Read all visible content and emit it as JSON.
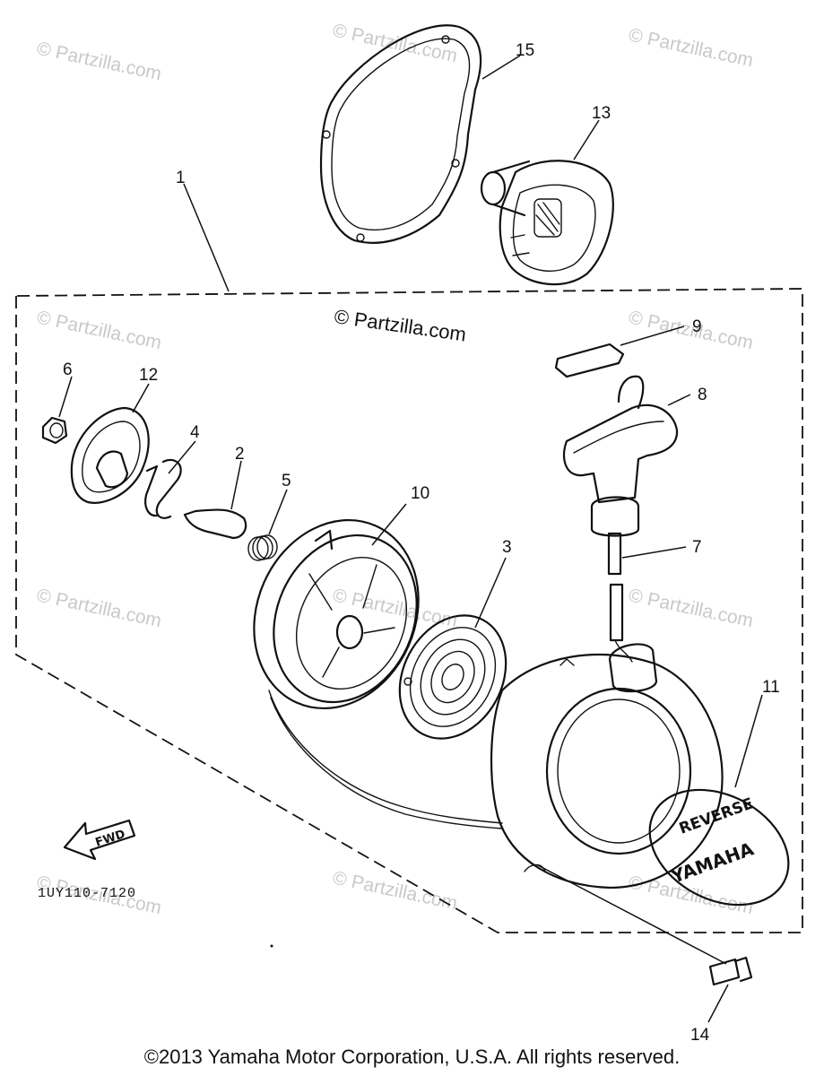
{
  "watermark": "© Partzilla.com",
  "center_watermark": "© Partzilla.com",
  "part_code": "1UY110-7120",
  "fwd_label": "FWD",
  "badge_text": {
    "brand": "YAMAHA",
    "word": "REVERSE"
  },
  "callouts": {
    "c1": "1",
    "c2": "2",
    "c3": "3",
    "c4": "4",
    "c5": "5",
    "c6": "6",
    "c7": "7",
    "c8": "8",
    "c9": "9",
    "c10": "10",
    "c11": "11",
    "c12": "12",
    "c13": "13",
    "c14": "14",
    "c15": "15"
  },
  "copyright": "©2013 Yamaha Motor Corporation, U.S.A. All rights reserved."
}
